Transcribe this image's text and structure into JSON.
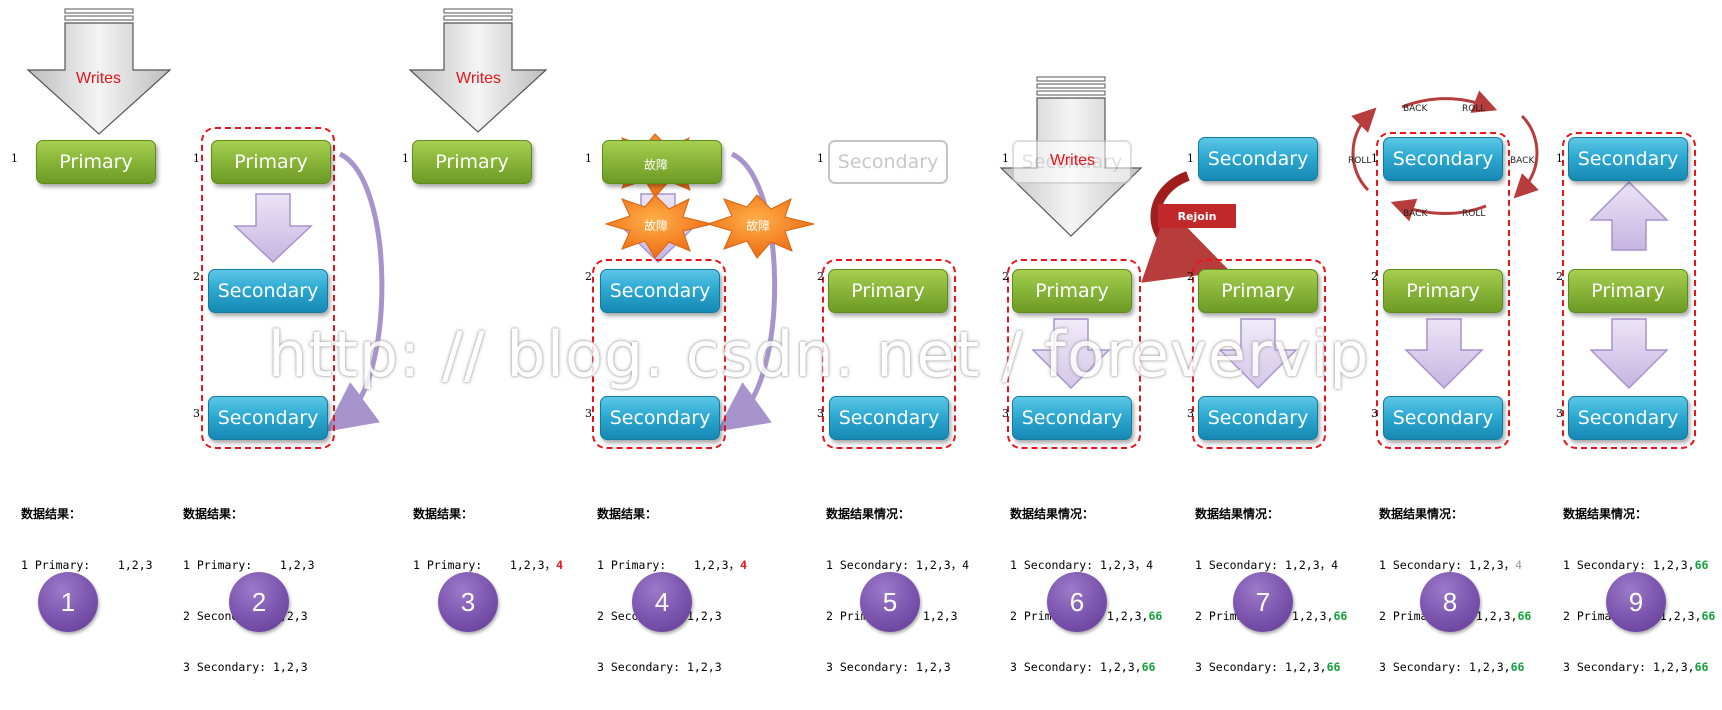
{
  "labels": {
    "writes": "Writes",
    "primary": "Primary",
    "secondary": "Secondary",
    "fault": "故障",
    "rejoin": "Rejoin",
    "back": "BACK",
    "roll": "ROLL",
    "watermark": "http: // blog. csdn. net / forevervip"
  },
  "row_numbers": [
    "1",
    "2",
    "3"
  ],
  "steps": [
    {
      "number": "1",
      "data_title": "数据结果：",
      "data_lines": [
        "1 Primary:    1,2,3"
      ]
    },
    {
      "number": "2",
      "data_title": "数据结果：",
      "data_lines": [
        "1 Primary:    1,2,3",
        "2 Secondary: 1,2,3",
        "3 Secondary: 1,2,3"
      ]
    },
    {
      "number": "3",
      "data_title": "数据结果：",
      "data_lines": [
        "1 Primary:    1,2,3，4"
      ]
    },
    {
      "number": "4",
      "data_title": "数据结果：",
      "data_lines": [
        "1 Primary:    1,2,3，4",
        "2 Secondary: 1,2,3",
        "3 Secondary: 1,2,3"
      ]
    },
    {
      "number": "5",
      "data_title": "数据结果情况：",
      "data_lines": [
        "1 Secondary: 1,2,3，4",
        "2 Primary:    1,2,3",
        "3 Secondary: 1,2,3"
      ]
    },
    {
      "number": "6",
      "data_title": "数据结果情况：",
      "data_lines": [
        "1 Secondary: 1,2,3，4",
        "2 Primary:    1,2,3,66",
        "3 Secondary: 1,2,3,66"
      ]
    },
    {
      "number": "7",
      "data_title": "数据结果情况：",
      "data_lines": [
        "1 Secondary: 1,2,3，4",
        "2 Primary:    1,2,3,66",
        "3 Secondary: 1,2,3,66"
      ]
    },
    {
      "number": "8",
      "data_title": "数据结果情况：",
      "data_lines": [
        "1 Secondary: 1,2,3，4",
        "2 Primary:    1,2,3,66",
        "3 Secondary: 1,2,3,66"
      ]
    },
    {
      "number": "9",
      "data_title": "数据结果情况：",
      "data_lines": [
        "1 Secondary: 1,2,3,66",
        "2 Primary:    1,2,3,66",
        "3 Secondary: 1,2,3,66"
      ]
    }
  ],
  "colors": {
    "primary": "#8ab73a",
    "secondary": "#2ea9d2",
    "dashed_box": "#e8141a",
    "highlight_new": "#e8141a",
    "highlight_sync": "#11a33b",
    "step_circle": "#7a53ad",
    "fault_star": "#f07a1e"
  }
}
